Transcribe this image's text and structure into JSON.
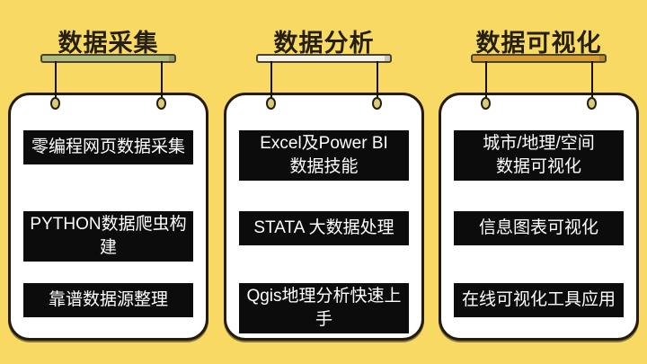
{
  "canvas": {
    "background": "#f7d963"
  },
  "colors": {
    "background": "#f7d963",
    "card_fill": "#ffffff",
    "card_border": "#231c0e",
    "item_fill": "#0c0c0c",
    "item_text": "#ffffff",
    "pin_fill": "#dbcc7c",
    "title_text": "#262014",
    "bar_outline": "#4a4330"
  },
  "columns": [
    {
      "title": "数据采集",
      "bar_color": "#aeba80",
      "items": [
        "零编程网页数据采集",
        "PYTHON数据爬虫构建",
        "靠谱数据源整理"
      ]
    },
    {
      "title": "数据分析",
      "bar_color": "#f3f1e8",
      "items": [
        "Excel及Power BI\n数据技能",
        "STATA 大数据处理",
        "Qgis地理分析快速上手"
      ]
    },
    {
      "title": "数据可视化",
      "bar_color": "#d89c33",
      "items": [
        "城市/地理/空间\n数据可视化",
        "信息图表可视化",
        "在线可视化工具应用"
      ]
    }
  ]
}
